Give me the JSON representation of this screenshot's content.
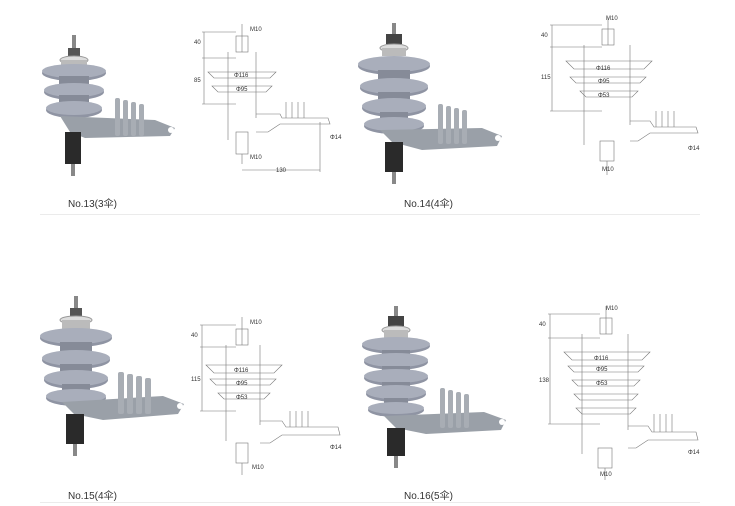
{
  "products": [
    {
      "caption": "No.13(3伞)",
      "dims": {
        "top_bolt": "M10",
        "top_height": "40",
        "body_height": "85",
        "d1": "Φ116",
        "d2": "Φ95",
        "bottom_bolt": "M10",
        "hole": "Φ14",
        "length": "130"
      }
    },
    {
      "caption": "No.14(4伞)",
      "dims": {
        "top_bolt": "M10",
        "top_height": "40",
        "body_height": "115",
        "d1": "Φ116",
        "d2": "Φ95",
        "d3": "Φ53",
        "bottom_bolt": "M10",
        "hole": "Φ14"
      }
    },
    {
      "caption": "No.15(4伞)",
      "dims": {
        "top_bolt": "M10",
        "top_height": "40",
        "body_height": "115",
        "d1": "Φ116",
        "d2": "Φ95",
        "d3": "Φ53",
        "bottom_bolt": "M10",
        "hole": "Φ14"
      }
    },
    {
      "caption": "No.16(5伞)",
      "dims": {
        "top_bolt": "M10",
        "top_height": "40",
        "body_height": "138",
        "d1": "Φ116",
        "d2": "Φ95",
        "d3": "Φ53",
        "bottom_bolt": "M10",
        "hole": "Φ14"
      }
    }
  ],
  "colors": {
    "porcelain": "#8f94a3",
    "bracket": "#9aa0a8",
    "metal": "#c8c8c8",
    "base": "#2a2a2a",
    "line": "#777777"
  }
}
